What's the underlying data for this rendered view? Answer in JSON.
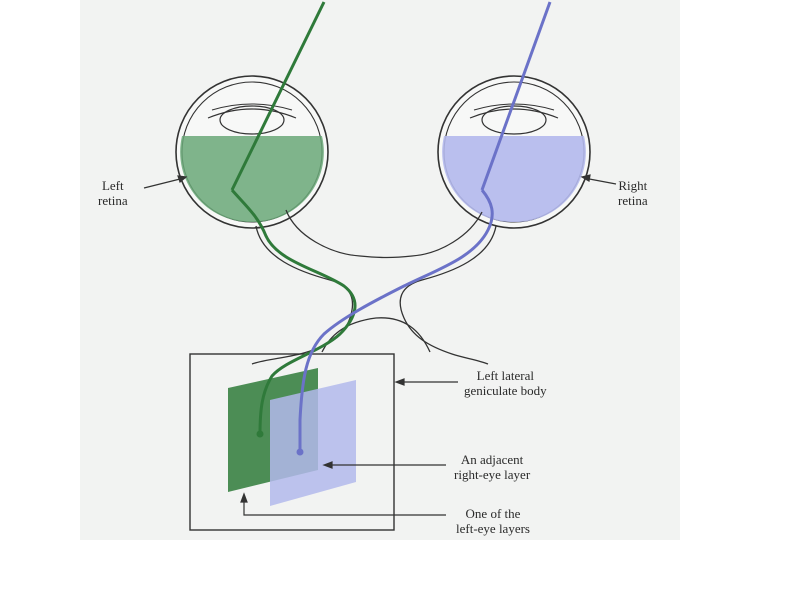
{
  "labels": {
    "left_retina": [
      "Left",
      "retina"
    ],
    "right_retina": [
      "Right",
      "retina"
    ],
    "lgn": [
      "Left lateral",
      "geniculate body"
    ],
    "right_eye_layer": [
      "An adjacent",
      "right-eye layer"
    ],
    "left_eye_layers": [
      "One of the",
      "left-eye layers"
    ]
  },
  "colors": {
    "left_eye": "#2f7a3a",
    "left_eye_fill": "#6aa878",
    "right_eye": "#6b72c8",
    "right_eye_fill": "#b3b8ec",
    "outline": "#333333",
    "panel": "#f2f3f2"
  }
}
